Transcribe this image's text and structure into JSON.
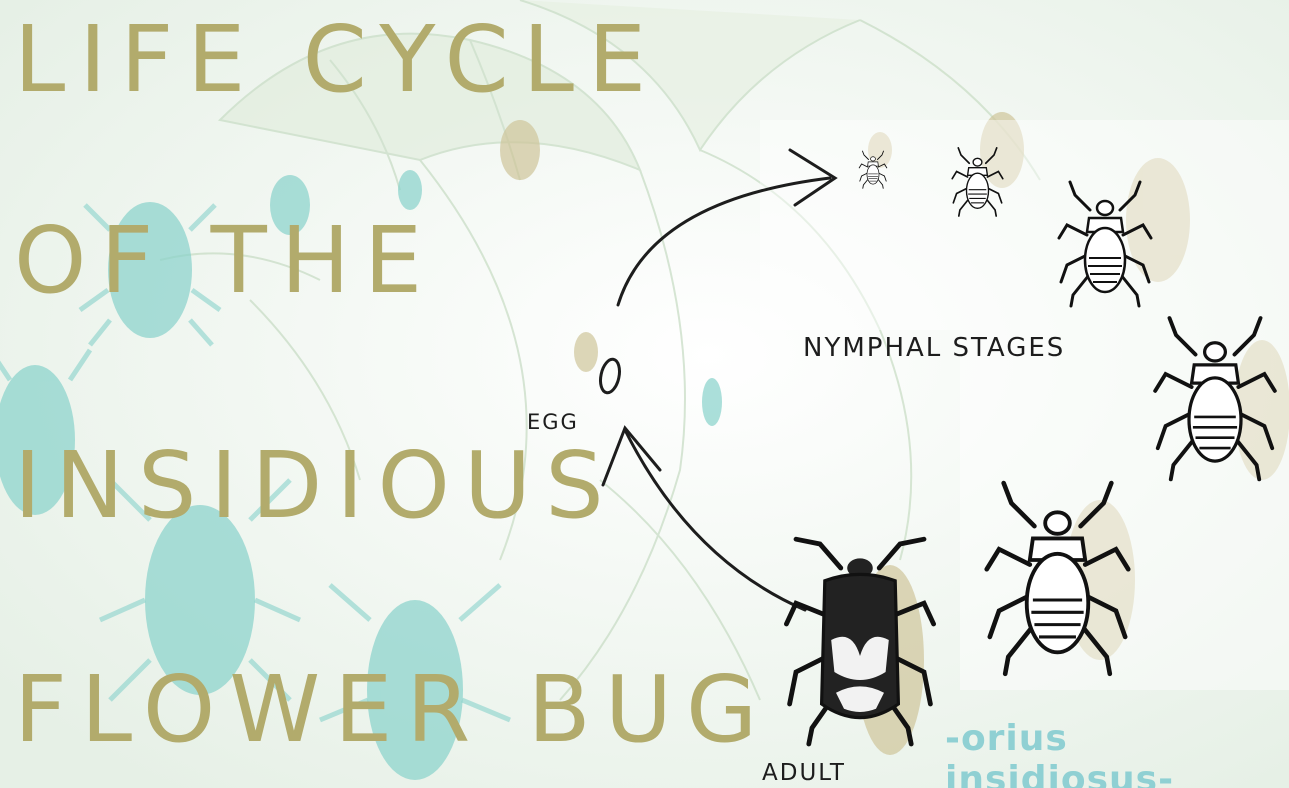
{
  "title": {
    "line1": "LIFE CYCLE",
    "line2": "OF THE",
    "line3": "INSIDIOUS",
    "line4": "FLOWER BUG"
  },
  "labels": {
    "egg": "EGG",
    "nymphal": "NYMPHAL STAGES",
    "adult": "ADULT"
  },
  "scientific_name": "-orius insidiosus-",
  "colors": {
    "title": "#b2ab6c",
    "teal": "#7fcfc9",
    "sci": "#8fd0d3",
    "ink": "#1d1d1d"
  },
  "stages": [
    "egg",
    "nymph-1",
    "nymph-2",
    "nymph-3",
    "nymph-4",
    "nymph-5",
    "adult"
  ]
}
